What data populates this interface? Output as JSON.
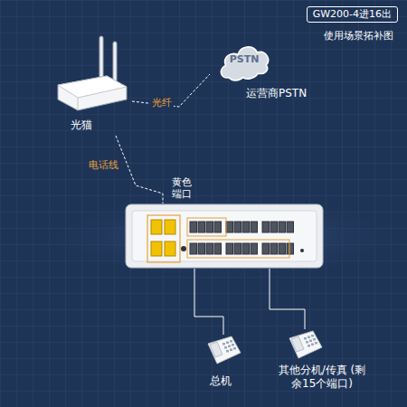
{
  "diagram": {
    "title": "GW200-4进16出",
    "nodes": [
      {
        "text": [
          "PSTN",
          "运营商PSTN"
        ]
      },
      {
        "text": [
          "光猫"
        ]
      },
      {
        "text": [
          "黄色 端口"
        ]
      },
      {
        "text": [
          "总机"
        ]
      },
      {
        "text": [
          "其他分机/传真 (剩余15个端口)"
        ]
      }
    ],
    "edges": [
      {
        "from": 1,
        "to": 0,
        "label": "光纤",
        "arrow": "none"
      },
      {
        "from": 1,
        "to": 2,
        "label": "电话线",
        "arrow": "none"
      },
      {
        "from": 2,
        "to": 3,
        "arrow": "none"
      },
      {
        "from": 2,
        "to": 4,
        "arrow": "none"
      }
    ],
    "labels": [
      "使用场景拓补图"
    ]
  }
}
